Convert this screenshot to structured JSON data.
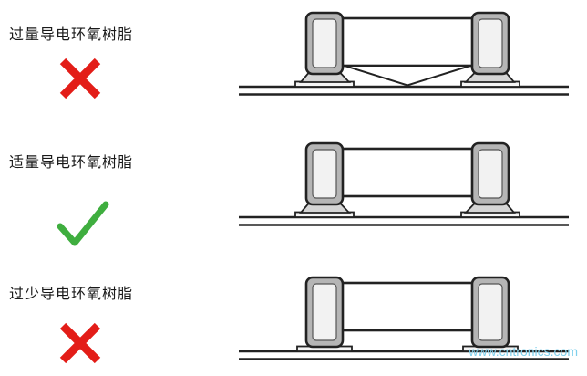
{
  "rows": [
    {
      "label": "过量导电环氧树脂",
      "mark_icon": "cross-icon",
      "meaning": "not-ok"
    },
    {
      "label": "适量导电环氧树脂",
      "mark_icon": "check-icon",
      "meaning": "ok"
    },
    {
      "label": "过少导电环氧树脂",
      "mark_icon": "cross-icon",
      "meaning": "not-ok"
    }
  ],
  "watermark": {
    "text": "www.cntronics.com"
  },
  "colors": {
    "cross_red": "#e31d18",
    "check_green": "#3fae3f",
    "outline_dark": "#222222",
    "terminal_gray": "#b5b5b5",
    "fillet_gray": "#d5d5d5",
    "watermark_blue": "#7fd0ec"
  }
}
